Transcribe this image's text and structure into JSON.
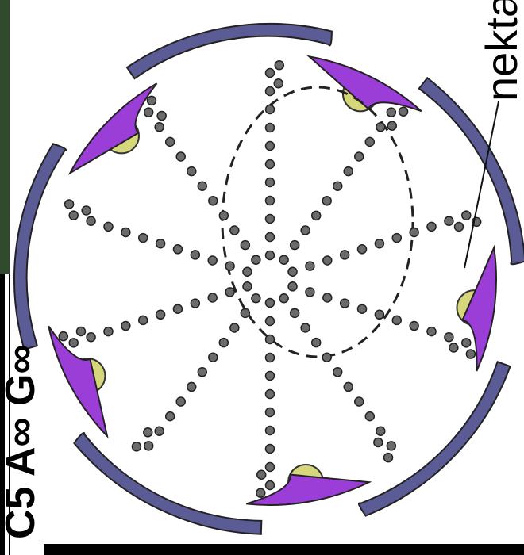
{
  "formula": "C5 A∞ G∞",
  "label": "nekta",
  "colors": {
    "sepal": "#5b5b95",
    "petal": "#9b3ed8",
    "nectary": "#d6d67a",
    "dot": "#6b6b6b",
    "frame": "#000000",
    "panel": "#2f4a2c"
  },
  "counts": {
    "sepals": 5,
    "petals": 5,
    "stamen_radii": 10
  }
}
